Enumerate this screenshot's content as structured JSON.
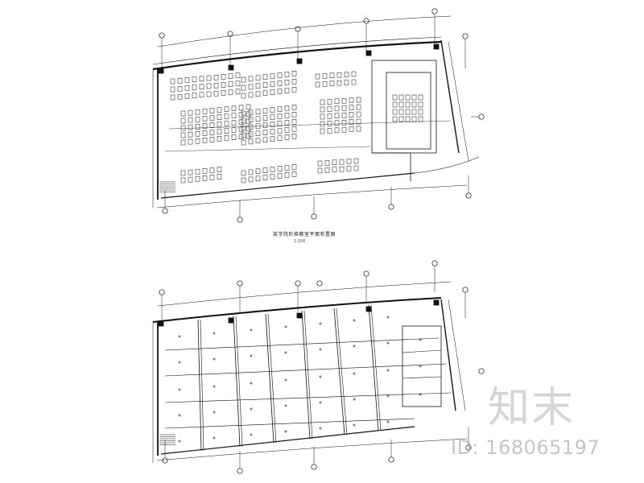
{
  "upper_plan": {
    "caption": "某学院阶梯教室平面布置图",
    "caption_sub": "1:100"
  },
  "watermark": {
    "logo_text": "知末",
    "id_text": "ID: 168065197"
  },
  "colors": {
    "line": "#111111",
    "watermark": "#969696"
  }
}
